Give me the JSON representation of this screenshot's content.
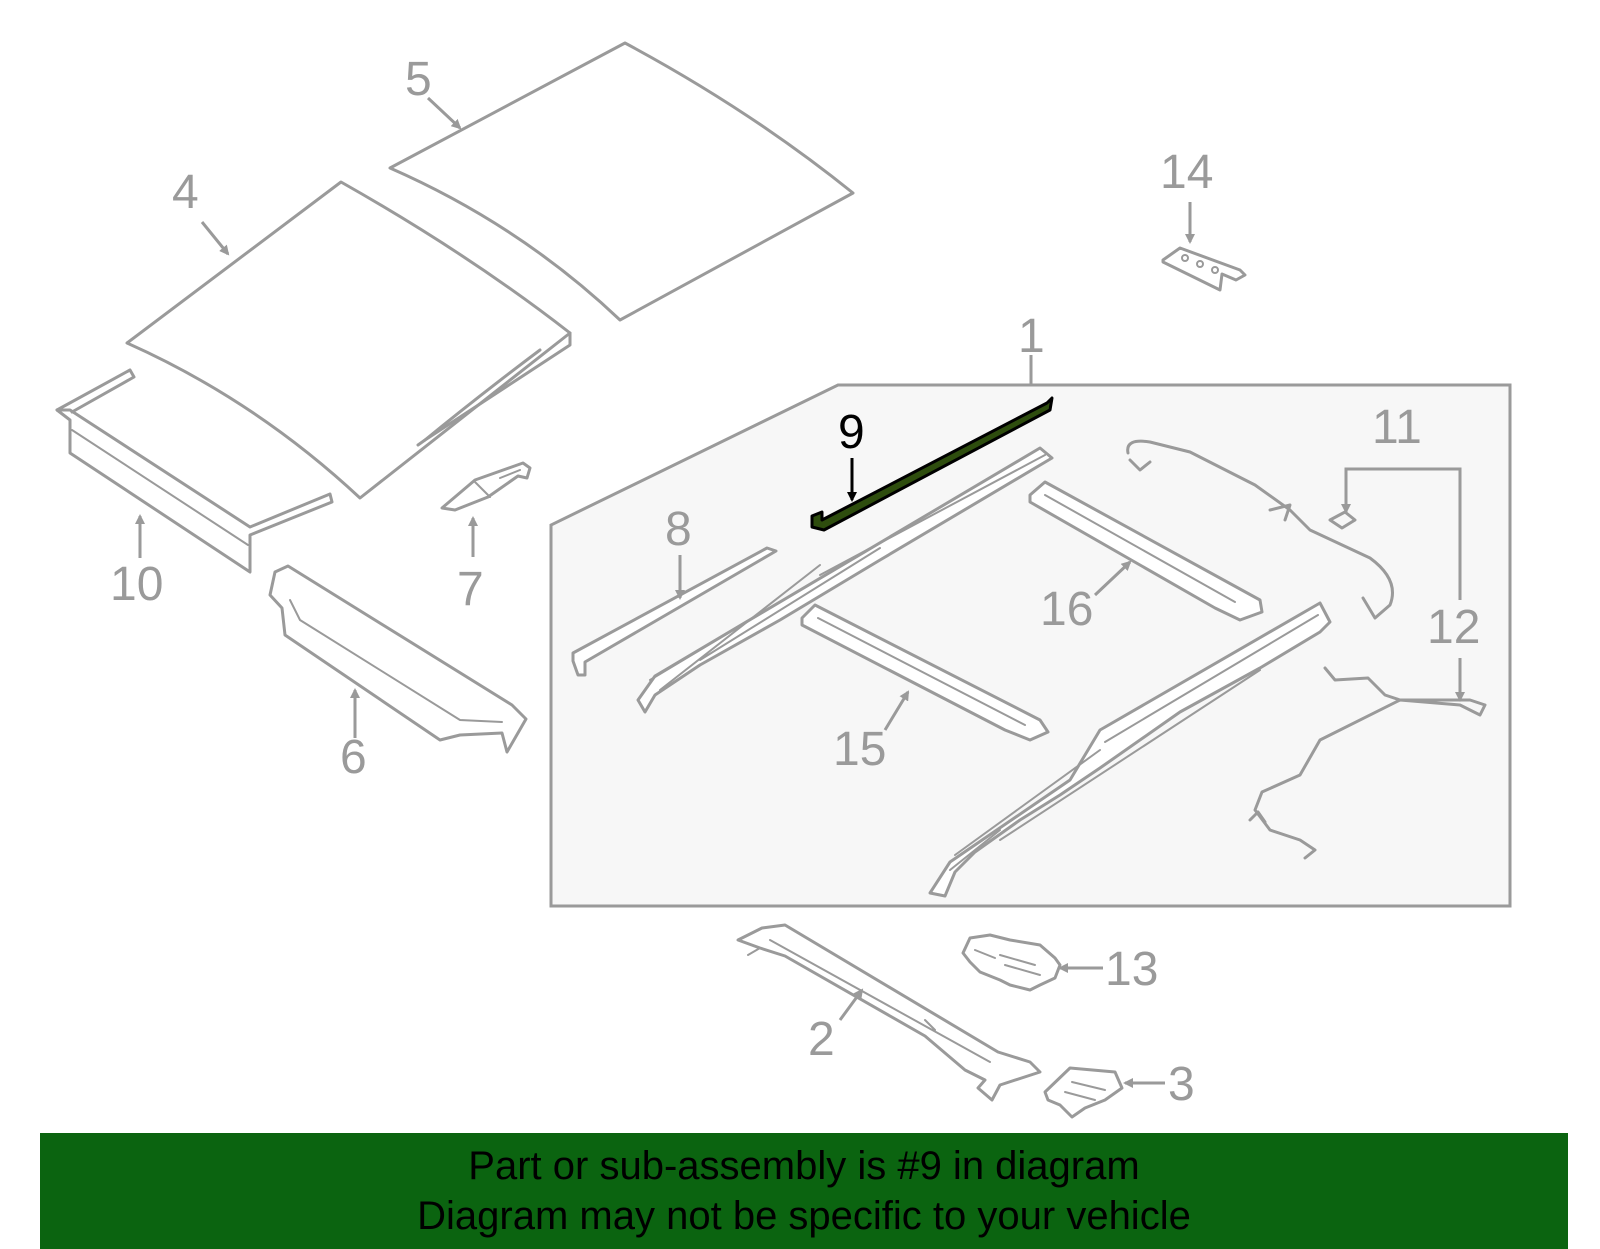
{
  "callouts": {
    "c1": "1",
    "c2": "2",
    "c3": "3",
    "c4": "4",
    "c5": "5",
    "c6": "6",
    "c7": "7",
    "c8": "8",
    "c9": "9",
    "c10": "10",
    "c11": "11",
    "c12": "12",
    "c13": "13",
    "c14": "14",
    "c15": "15",
    "c16": "16"
  },
  "highlight": {
    "part": "9",
    "color": "#000000"
  },
  "colors": {
    "line": "#9a9a9a",
    "panel": "#f7f7f7",
    "caption_bg": "#0b6410",
    "caption_text": "#000000"
  },
  "caption": {
    "line1": "Part or sub-assembly is #9 in diagram",
    "line2": "Diagram may not be specific to your vehicle"
  }
}
